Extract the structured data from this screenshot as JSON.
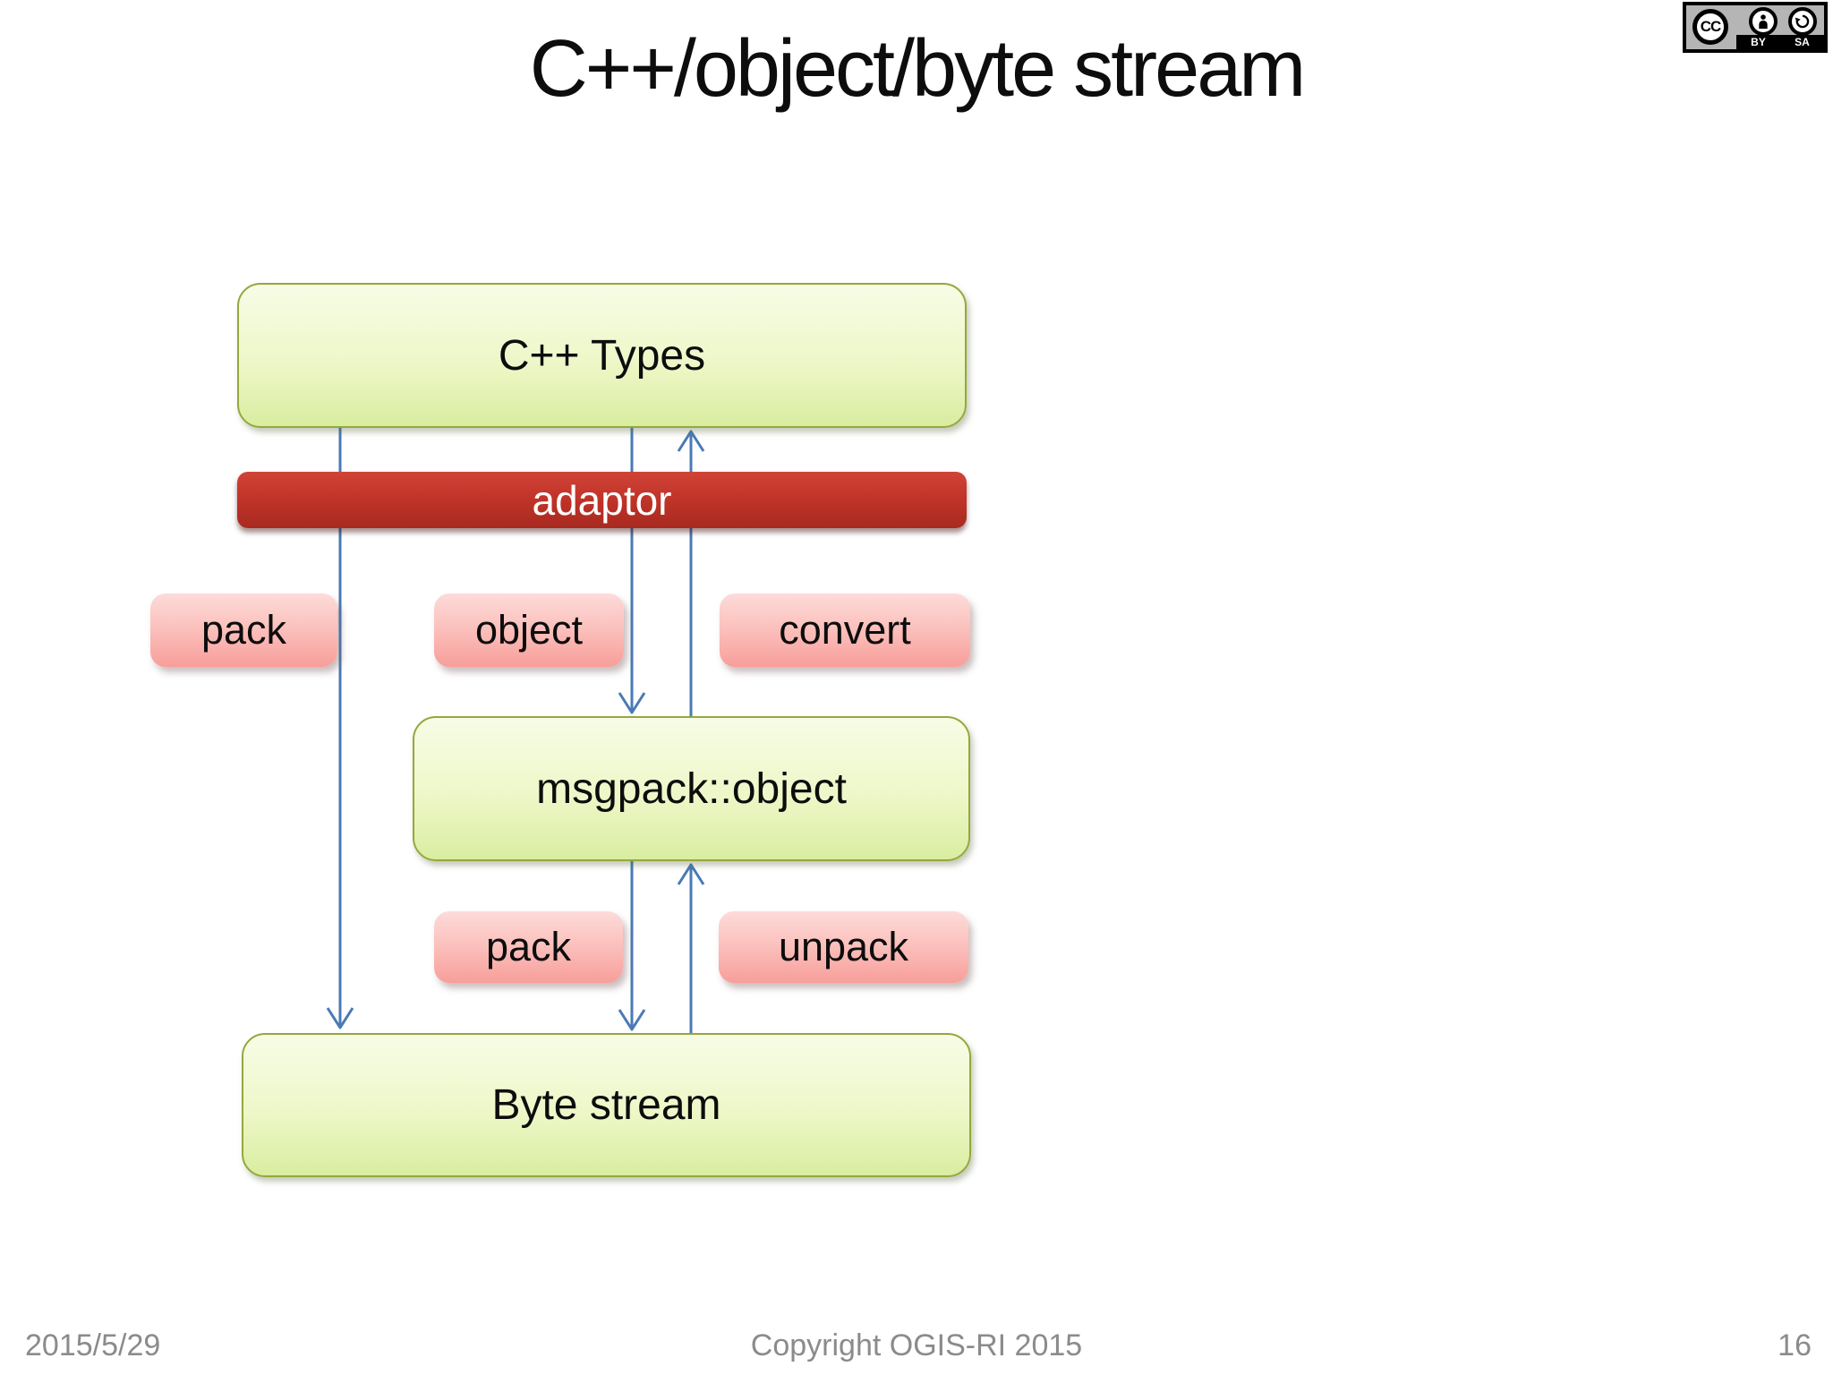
{
  "slide_title": "C++/object/byte stream",
  "license_badge": {
    "cc_label": "CC",
    "by_label": "BY",
    "sa_label": "SA"
  },
  "diagram": {
    "boxes": [
      {
        "id": "cpp-types",
        "label": "C++ Types",
        "kind": "layer"
      },
      {
        "id": "adaptor",
        "label": "adaptor",
        "kind": "bar"
      },
      {
        "id": "pack-top",
        "label": "pack",
        "kind": "operation"
      },
      {
        "id": "object",
        "label": "object",
        "kind": "operation"
      },
      {
        "id": "convert",
        "label": "convert",
        "kind": "operation"
      },
      {
        "id": "msgpack-object",
        "label": "msgpack::object",
        "kind": "layer"
      },
      {
        "id": "pack-bottom",
        "label": "pack",
        "kind": "operation"
      },
      {
        "id": "unpack",
        "label": "unpack",
        "kind": "operation"
      },
      {
        "id": "byte-stream",
        "label": "Byte stream",
        "kind": "layer"
      }
    ],
    "edges": [
      {
        "from": "C++ Types",
        "to": "Byte stream",
        "label": "pack",
        "direction": "down"
      },
      {
        "from": "C++ Types",
        "to": "msgpack::object",
        "label": "object",
        "direction": "down"
      },
      {
        "from": "msgpack::object",
        "to": "C++ Types",
        "label": "convert",
        "direction": "up"
      },
      {
        "from": "msgpack::object",
        "to": "Byte stream",
        "label": "pack",
        "direction": "down"
      },
      {
        "from": "Byte stream",
        "to": "msgpack::object",
        "label": "unpack",
        "direction": "up"
      }
    ]
  },
  "footer": {
    "date": "2015/5/29",
    "copyright": "Copyright OGIS-RI 2015",
    "page_number": "16"
  },
  "colors": {
    "layer_fill_top": "#f7fce6",
    "layer_fill_bottom": "#d9eda0",
    "layer_border": "#94a83c",
    "bar_fill_top": "#d04438",
    "bar_fill_bottom": "#a82a20",
    "operation_fill_top": "#fddbd9",
    "operation_fill_bottom": "#f89e9a",
    "arrow": "#4a7ab5",
    "footer_text": "#8b8b8b"
  }
}
